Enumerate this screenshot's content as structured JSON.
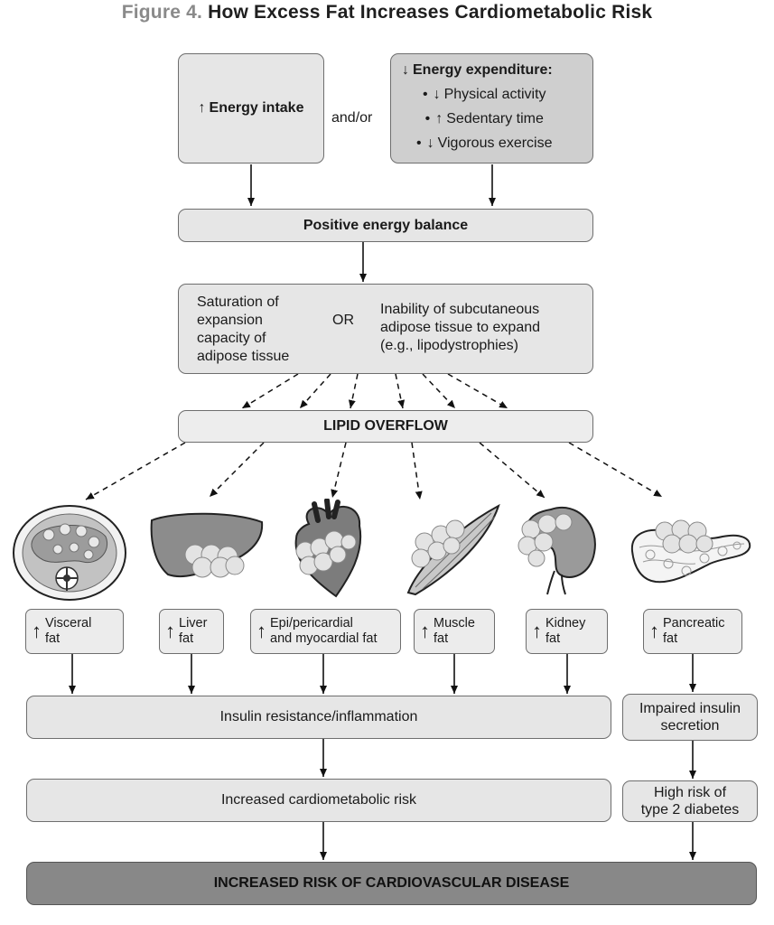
{
  "title": {
    "figure": "Figure 4.",
    "text": "How Excess Fat Increases Cardiometabolic Risk"
  },
  "energy_intake": {
    "arrow": "↑",
    "label": "Energy intake"
  },
  "and_or": "and/or",
  "energy_expenditure": {
    "arrow": "↓",
    "label": "Energy expenditure:",
    "items": [
      {
        "arrow": "↓",
        "text": "Physical activity"
      },
      {
        "arrow": "↑",
        "text": "Sedentary time"
      },
      {
        "arrow": "↓",
        "text": "Vigorous exercise"
      }
    ]
  },
  "positive_balance": "Positive energy balance",
  "saturation": {
    "left": "Saturation of\nexpansion\ncapacity of\nadipose tissue",
    "or": "OR",
    "right": "Inability of subcutaneous\nadipose tissue to expand\n(e.g., lipodystrophies)"
  },
  "lipid_overflow": "LIPID OVERFLOW",
  "organs": [
    {
      "name": "visceral",
      "icon": "abdomen-cross-section-icon"
    },
    {
      "name": "liver",
      "icon": "liver-icon"
    },
    {
      "name": "heart",
      "icon": "heart-icon"
    },
    {
      "name": "muscle",
      "icon": "muscle-icon"
    },
    {
      "name": "kidney",
      "icon": "kidney-icon"
    },
    {
      "name": "pancreas",
      "icon": "pancreas-icon"
    }
  ],
  "fat_boxes": [
    {
      "arrow": "↑",
      "text": "Visceral\nfat"
    },
    {
      "arrow": "↑",
      "text": "Liver\nfat"
    },
    {
      "arrow": "↑",
      "text": "Epi/pericardial\nand myocardial fat"
    },
    {
      "arrow": "↑",
      "text": "Muscle\nfat"
    },
    {
      "arrow": "↑",
      "text": "Kidney\nfat"
    },
    {
      "arrow": "↑",
      "text": "Pancreatic\nfat"
    }
  ],
  "insulin_resistance": "Insulin resistance/inflammation",
  "impaired_secretion": "Impaired insulin\nsecretion",
  "cardiometabolic_risk": "Increased cardiometabolic risk",
  "diabetes_risk": "High risk of\ntype 2 diabetes",
  "cvd_risk": "INCREASED RISK OF CARDIOVASCULAR DISEASE",
  "colors": {
    "box": "#e6e6e6",
    "box_mid": "#cfcfcf",
    "box_dark": "#888888",
    "border": "#6e6e6e",
    "figure_label": "#8a8a8a",
    "fat_globule": "#e3e3e3"
  }
}
